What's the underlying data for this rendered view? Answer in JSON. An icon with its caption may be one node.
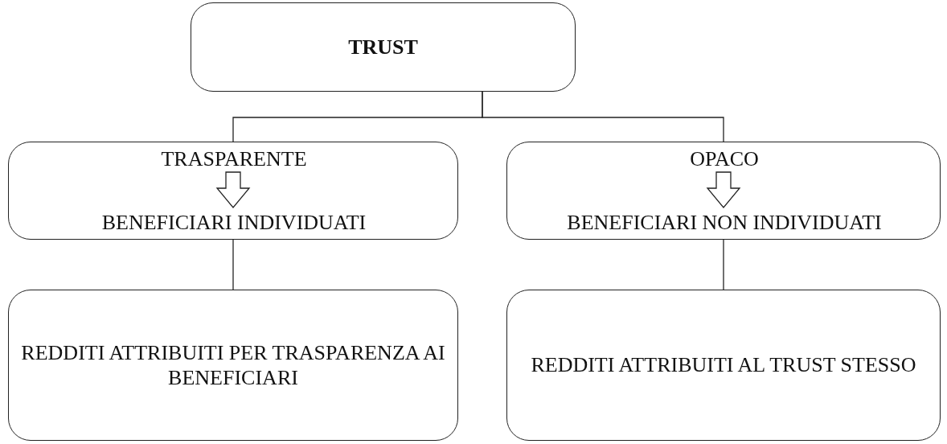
{
  "diagram": {
    "nodes": [
      {
        "text": [
          "TRUST"
        ]
      },
      {
        "text": [],
        "shape": "box"
      },
      {
        "text": [
          "TRASPARENTE"
        ],
        "in": 1
      },
      {
        "text": [
          "BENEFICIARI INDIVIDUATI"
        ],
        "in": 1
      },
      {
        "text": [],
        "shape": "box"
      },
      {
        "text": [
          "OPACO"
        ],
        "in": 4
      },
      {
        "text": [
          "BENEFICIARI NON INDIVIDUATI"
        ],
        "in": 4
      },
      {
        "text": [
          "REDDITI ATTRIBUITI PER TRASPARENZA AI BENEFICIARI"
        ]
      },
      {
        "text": [
          "REDDITI ATTRIBUITI AL TRUST STESSO"
        ]
      }
    ],
    "edges": [
      {
        "from": 0,
        "to": 1,
        "arrow": "none"
      },
      {
        "from": 0,
        "to": 4,
        "arrow": "none"
      },
      {
        "from": 2,
        "to": 3,
        "arrow": "to"
      },
      {
        "from": 5,
        "to": 6,
        "arrow": "to"
      },
      {
        "from": 1,
        "to": 7,
        "arrow": "none"
      },
      {
        "from": 4,
        "to": 8,
        "arrow": "none"
      }
    ]
  }
}
